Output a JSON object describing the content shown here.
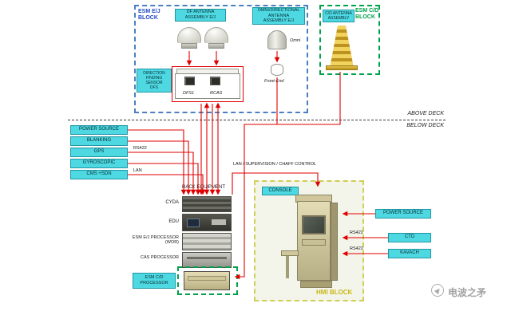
{
  "above": {
    "esm_ej_title": "ESM E/J\nBLOCK",
    "df_antenna_label": "DF ANTENNA\nASSEMBLY  E/J",
    "omni_antenna_label": "OMNI/DIRECTIONAL\nANTENNA\nASSEMBLY  E/J",
    "dfs_label": "DIRECTION\nFINDING\nSENSOR\nDFS",
    "dfs1": "DFS1",
    "rcas": "RCAS",
    "omni_tag": "Omni",
    "front_end": "Front-End",
    "esm_cd_title": "ESM C/D\nBLOCK",
    "cd_antenna_label": "C/D ANTENNA\nASSEMBLY"
  },
  "deck": {
    "above_label": "ABOVE DECK",
    "below_label": "BELOW DECK"
  },
  "below": {
    "inputs": {
      "power": "POWER SOURCE",
      "blanking": "BLANKING",
      "gps": "GPS",
      "gyro": "GYROSCOPIC",
      "cms": "CMS +SDN"
    },
    "bus_labels": {
      "rs422": "RS422",
      "lan": "LAN"
    },
    "rack": {
      "title": "RACK EQUIPMENT",
      "cyda": "CYDA",
      "edu": "EDU",
      "esm_ej_proc": "ESM E/J PROCESSOR\n(WOR)",
      "cas_proc": "CAS PROCESSOR",
      "esm_cd_proc": "ESM C/D\nPROCESSOR"
    },
    "lan_supervision": "LAN / SUPERVISION / CHAFF CONTROL",
    "hmi": {
      "console": "CONSOLE",
      "title": "HMI BLOCK"
    },
    "outputs": {
      "power": "POWER SOURCE",
      "rs422_ctd": "RS422",
      "ctd": "CTD",
      "rs422_kavach": "RS422",
      "kavach": "KAVACH"
    }
  },
  "watermark": {
    "text": "电波之矛"
  },
  "colors": {
    "arrow": "#e00000",
    "cyan_box": "#4ed9e2",
    "block_blue": "#2149c8",
    "block_green": "#00a14b",
    "hmi_yellow": "#c9b616"
  }
}
